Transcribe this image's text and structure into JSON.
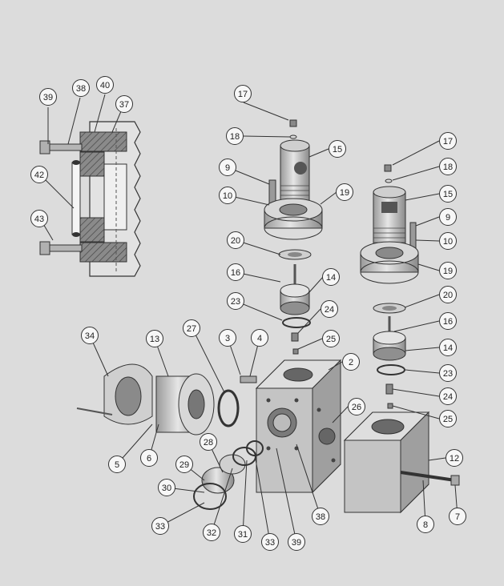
{
  "figure": {
    "background_color": "#dcdcdc",
    "part_colors": {
      "steel_light": "#d8d8d8",
      "steel_mid": "#a8a8a8",
      "steel_dark": "#777777",
      "section_hatch": "#6b6b6b"
    },
    "callouts": [
      "39",
      "38",
      "40",
      "37",
      "42",
      "43",
      "17",
      "18",
      "15",
      "9",
      "10",
      "19",
      "17",
      "18",
      "15",
      "9",
      "10",
      "19",
      "20",
      "16",
      "14",
      "23",
      "24",
      "25",
      "20",
      "16",
      "14",
      "23",
      "24",
      "25",
      "34",
      "13",
      "27",
      "3",
      "4",
      "2",
      "26",
      "12",
      "5",
      "6",
      "28",
      "29",
      "30",
      "33",
      "32",
      "31",
      "33",
      "39",
      "38",
      "8",
      "7"
    ]
  }
}
